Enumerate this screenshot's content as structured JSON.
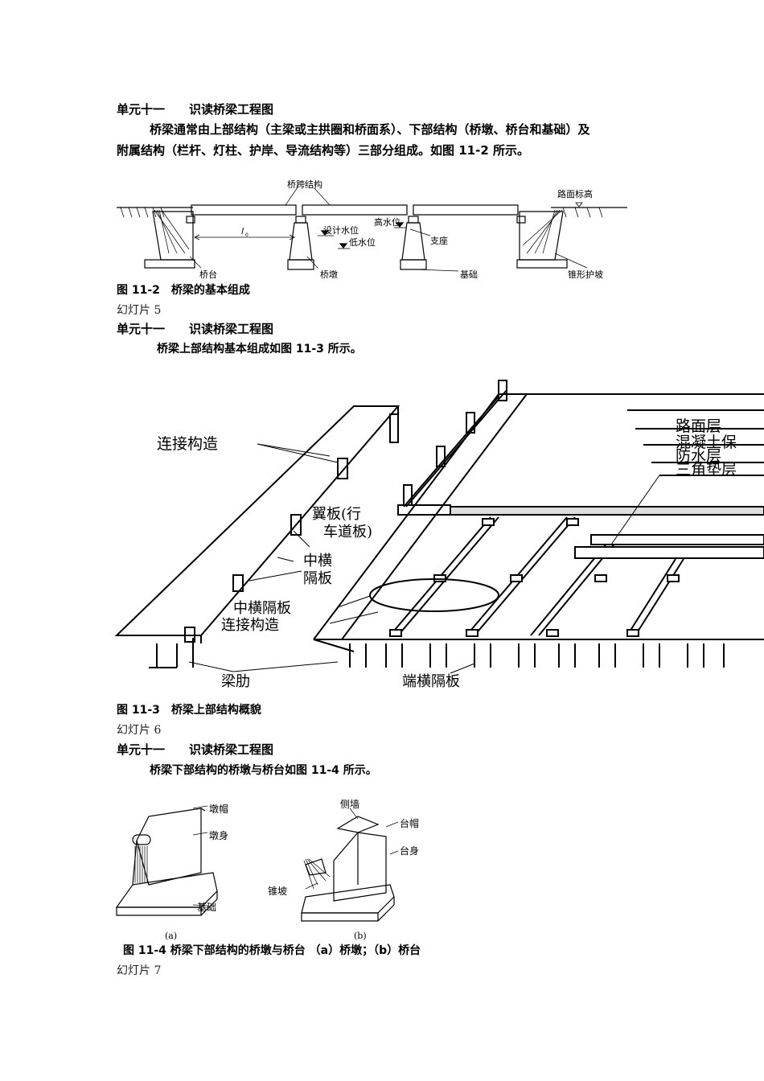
{
  "section1": {
    "heading": "单元十一　　识读桥梁工程图",
    "para_line1": "桥梁通常由上部结构（主梁或主拱圈和桥面系）、下部结构（桥墩、桥台和基础）及",
    "para_line2": "附属结构（栏杆、灯柱、护岸、导流结构等）三部分组成。如图 11-2 所示。",
    "figure": {
      "labels": {
        "span_structure": "桥跨结构",
        "road_elevation": "路面标高",
        "design_water_level": "设计水位",
        "high_water_level": "高水位",
        "low_water_level": "低水位",
        "bearing": "支座",
        "abutment": "桥台",
        "pier": "桥墩",
        "foundation": "基础",
        "cone_slope": "锥形护坡",
        "span_symbol": "l",
        "span_sub": "0"
      },
      "caption": "图 11-2　桥梁的基本组成"
    },
    "slide": "幻灯片 5"
  },
  "section2": {
    "heading": "单元十一　　识读桥梁工程图",
    "intro": "桥梁上部结构基本组成如图 11-3 所示。",
    "figure": {
      "labels": {
        "connection_top": "连接构造",
        "flange_line1": "翼板(行",
        "flange_line2": "车道板)",
        "mid_diaphragm_line1": "中横",
        "mid_diaphragm_line2": "隔板",
        "mid_diaphragm": "中横隔板",
        "connection_bottom": "连接构造",
        "rib": "梁肋",
        "end_diaphragm": "端横隔板",
        "layer_pavement": "路面层",
        "layer_concrete": "混凝土保",
        "layer_waterproof": "防水层",
        "layer_triangle": "三角垫层"
      },
      "caption": "图 11-3　桥梁上部结构概貌"
    },
    "slide": "幻灯片 6"
  },
  "section3": {
    "heading": "单元十一　　识读桥梁工程图",
    "intro": "桥梁下部结构的桥墩与桥台如图 11-4 所示。",
    "figure": {
      "labels": {
        "pier_cap": "墩帽",
        "pier_body": "墩身",
        "pier_foundation": "基础",
        "side_wall": "侧墙",
        "abut_cap": "台帽",
        "abut_body": "台身",
        "cone_slope": "锥坡",
        "sub_a": "(a)",
        "sub_b": "(b)"
      },
      "caption": "图 11-4  桥梁下部结构的桥墩与桥台 （a）桥墩；（b）桥台"
    },
    "slide": "幻灯片 7"
  }
}
